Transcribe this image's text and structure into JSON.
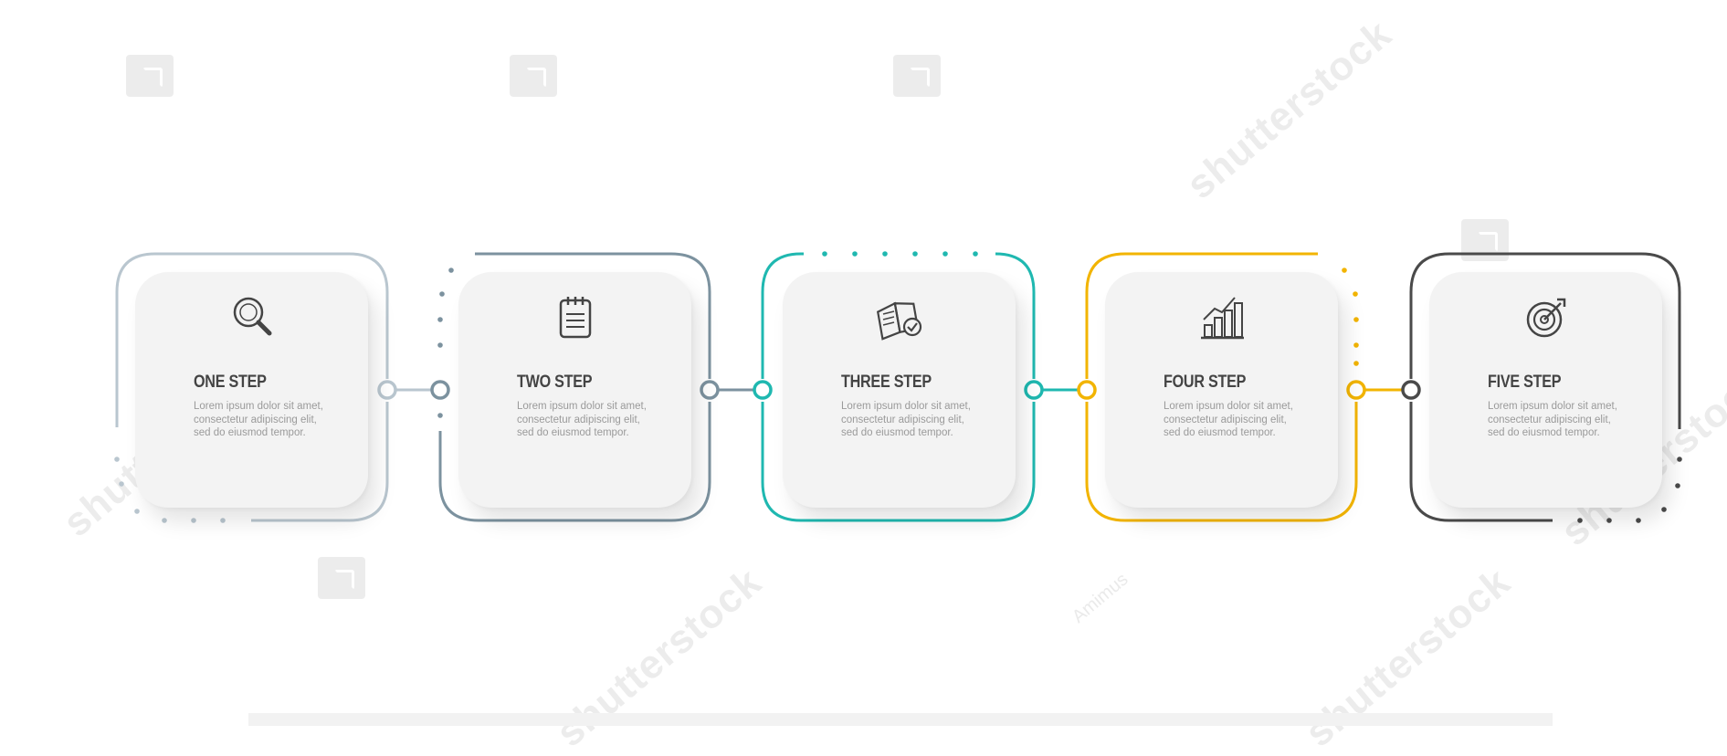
{
  "steps": [
    {
      "title": "ONE STEP",
      "body": "Lorem ipsum dolor sit amet, consectetur adipiscing elit, sed do eiusmod tempor.",
      "color": "#b9c6cf",
      "icon": "magnifier-icon"
    },
    {
      "title": "TWO STEP",
      "body": "Lorem ipsum dolor sit amet, consectetur adipiscing elit, sed do eiusmod tempor.",
      "color": "#7c929f",
      "icon": "notepad-icon"
    },
    {
      "title": "THREE STEP",
      "body": "Lorem ipsum dolor sit amet, consectetur adipiscing elit, sed do eiusmod tempor.",
      "color": "#1fb8b0",
      "icon": "book-check-icon"
    },
    {
      "title": "FOUR STEP",
      "body": "Lorem ipsum dolor sit amet, consectetur adipiscing elit, sed do eiusmod tempor.",
      "color": "#f2b400",
      "icon": "growth-chart-icon"
    },
    {
      "title": "FIVE STEP",
      "body": "Lorem ipsum dolor sit amet, consectetur adipiscing elit, sed do eiusmod tempor.",
      "color": "#4a4a4a",
      "icon": "target-icon"
    }
  ],
  "watermarks": {
    "brand": "shutterstock",
    "author": "Amimus"
  }
}
